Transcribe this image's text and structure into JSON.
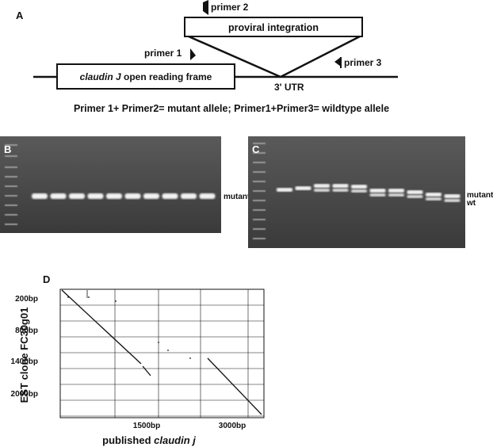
{
  "panel_a": {
    "label": "A",
    "primer2": "primer 2",
    "proviral": "proviral integration",
    "primer1": "primer 1",
    "primer3": "primer 3",
    "orf_italic": "claudin J",
    "orf_rest": " open reading frame",
    "utr": "3' UTR",
    "caption": "Primer 1+ Primer2= mutant allele; Primer1+Primer3= wildtype allele"
  },
  "panel_b": {
    "label": "B",
    "band_label": "mutant",
    "lanes": 10
  },
  "panel_c": {
    "label": "C",
    "band_label_1": "mutant",
    "band_label_2": "wt",
    "lanes": 10
  },
  "panel_d": {
    "label": "D",
    "ylabel": "EST clone FC30g01",
    "xlabel_normal": "published ",
    "xlabel_italic": "claudin j",
    "y_ticks": [
      "200bp",
      "800bp",
      "1400bp",
      "2000bp"
    ],
    "x_ticks": [
      "1500bp",
      "3000bp"
    ]
  },
  "colors": {
    "gel_bg": "#4a4a4a",
    "band": "#f2f2f2",
    "ink": "#111111"
  }
}
